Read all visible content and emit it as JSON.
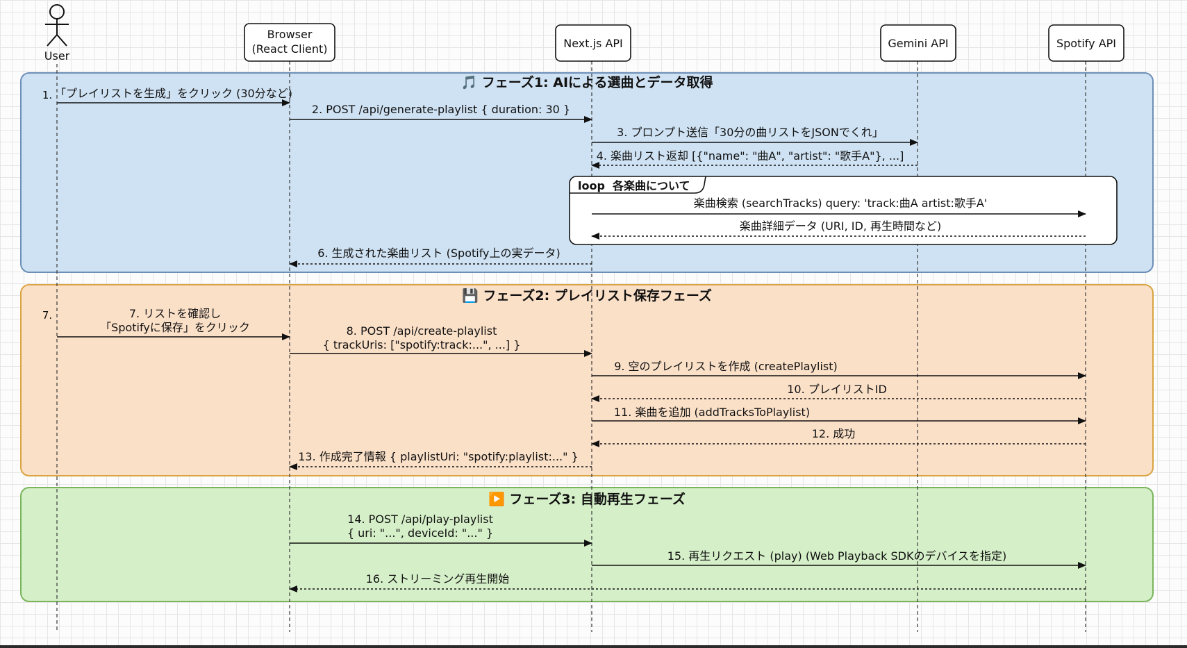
{
  "participants": [
    {
      "id": "user",
      "label": "User",
      "actor": true
    },
    {
      "id": "browser",
      "label": "Browser\n(React Client)"
    },
    {
      "id": "nextjs",
      "label": "Next.js API"
    },
    {
      "id": "gemini",
      "label": "Gemini API"
    },
    {
      "id": "spotify",
      "label": "Spotify API"
    }
  ],
  "phases": [
    {
      "id": "phase1",
      "title": "🎵 フェーズ1: AIによる選曲とデータ取得",
      "fill": "#cfe2f3",
      "stroke": "#6d8fb7"
    },
    {
      "id": "phase2",
      "title": "💾 フェーズ2: プレイリスト保存フェーズ",
      "fill": "#fbe0c8",
      "stroke": "#d9a441"
    },
    {
      "id": "phase3",
      "title": "▶️ フェーズ3: 自動再生フェーズ",
      "fill": "#d5efc8",
      "stroke": "#7ab55c"
    }
  ],
  "loop": {
    "keyword": "loop",
    "label": "各楽曲について"
  },
  "step_numbers": [
    "1.",
    "7."
  ],
  "messages": [
    {
      "id": "m1",
      "from": "user",
      "to": "browser",
      "dashed": false,
      "lines": [
        "「プレイリストを生成」をクリック (30分など)"
      ]
    },
    {
      "id": "m2",
      "from": "browser",
      "to": "nextjs",
      "dashed": false,
      "lines": [
        "2. POST /api/generate-playlist { duration: 30 }"
      ]
    },
    {
      "id": "m3",
      "from": "nextjs",
      "to": "gemini",
      "dashed": false,
      "lines": [
        "3. プロンプト送信「30分の曲リストをJSONでくれ」"
      ]
    },
    {
      "id": "m4",
      "from": "gemini",
      "to": "nextjs",
      "dashed": true,
      "lines": [
        "4. 楽曲リスト返却 [{\"name\": \"曲A\", \"artist\": \"歌手A\"}, ...]"
      ]
    },
    {
      "id": "m5a",
      "from": "nextjs",
      "to": "spotify",
      "dashed": false,
      "lines": [
        "楽曲検索 (searchTracks) query: 'track:曲A artist:歌手A'"
      ]
    },
    {
      "id": "m5b",
      "from": "spotify",
      "to": "nextjs",
      "dashed": true,
      "lines": [
        "楽曲詳細データ (URI, ID, 再生時間など)"
      ]
    },
    {
      "id": "m6",
      "from": "nextjs",
      "to": "browser",
      "dashed": true,
      "lines": [
        "6. 生成された楽曲リスト (Spotify上の実データ)"
      ]
    },
    {
      "id": "m7",
      "from": "user",
      "to": "browser",
      "dashed": false,
      "lines": [
        "7. リストを確認し",
        "「Spotifyに保存」をクリック"
      ]
    },
    {
      "id": "m8",
      "from": "browser",
      "to": "nextjs",
      "dashed": false,
      "lines": [
        "8. POST /api/create-playlist",
        "{ trackUris: [\"spotify:track:...\", ...] }"
      ]
    },
    {
      "id": "m9",
      "from": "nextjs",
      "to": "spotify",
      "dashed": false,
      "lines": [
        "9. 空のプレイリストを作成 (createPlaylist)"
      ]
    },
    {
      "id": "m10",
      "from": "spotify",
      "to": "nextjs",
      "dashed": true,
      "lines": [
        "10. プレイリストID"
      ]
    },
    {
      "id": "m11",
      "from": "nextjs",
      "to": "spotify",
      "dashed": false,
      "lines": [
        "11. 楽曲を追加 (addTracksToPlaylist)"
      ]
    },
    {
      "id": "m12",
      "from": "spotify",
      "to": "nextjs",
      "dashed": true,
      "lines": [
        "12. 成功"
      ]
    },
    {
      "id": "m13",
      "from": "nextjs",
      "to": "browser",
      "dashed": true,
      "lines": [
        "13. 作成完了情報 { playlistUri: \"spotify:playlist:...\" }"
      ]
    },
    {
      "id": "m14",
      "from": "browser",
      "to": "nextjs",
      "dashed": false,
      "lines": [
        "14. POST /api/play-playlist",
        "{ uri: \"...\", deviceId: \"...\" }"
      ]
    },
    {
      "id": "m15",
      "from": "nextjs",
      "to": "spotify",
      "dashed": false,
      "lines": [
        "15. 再生リクエスト (play) (Web Playback SDKのデバイスを指定)"
      ]
    },
    {
      "id": "m16",
      "from": "spotify",
      "to": "browser",
      "dashed": true,
      "lines": [
        "16. ストリーミング再生開始"
      ]
    }
  ]
}
